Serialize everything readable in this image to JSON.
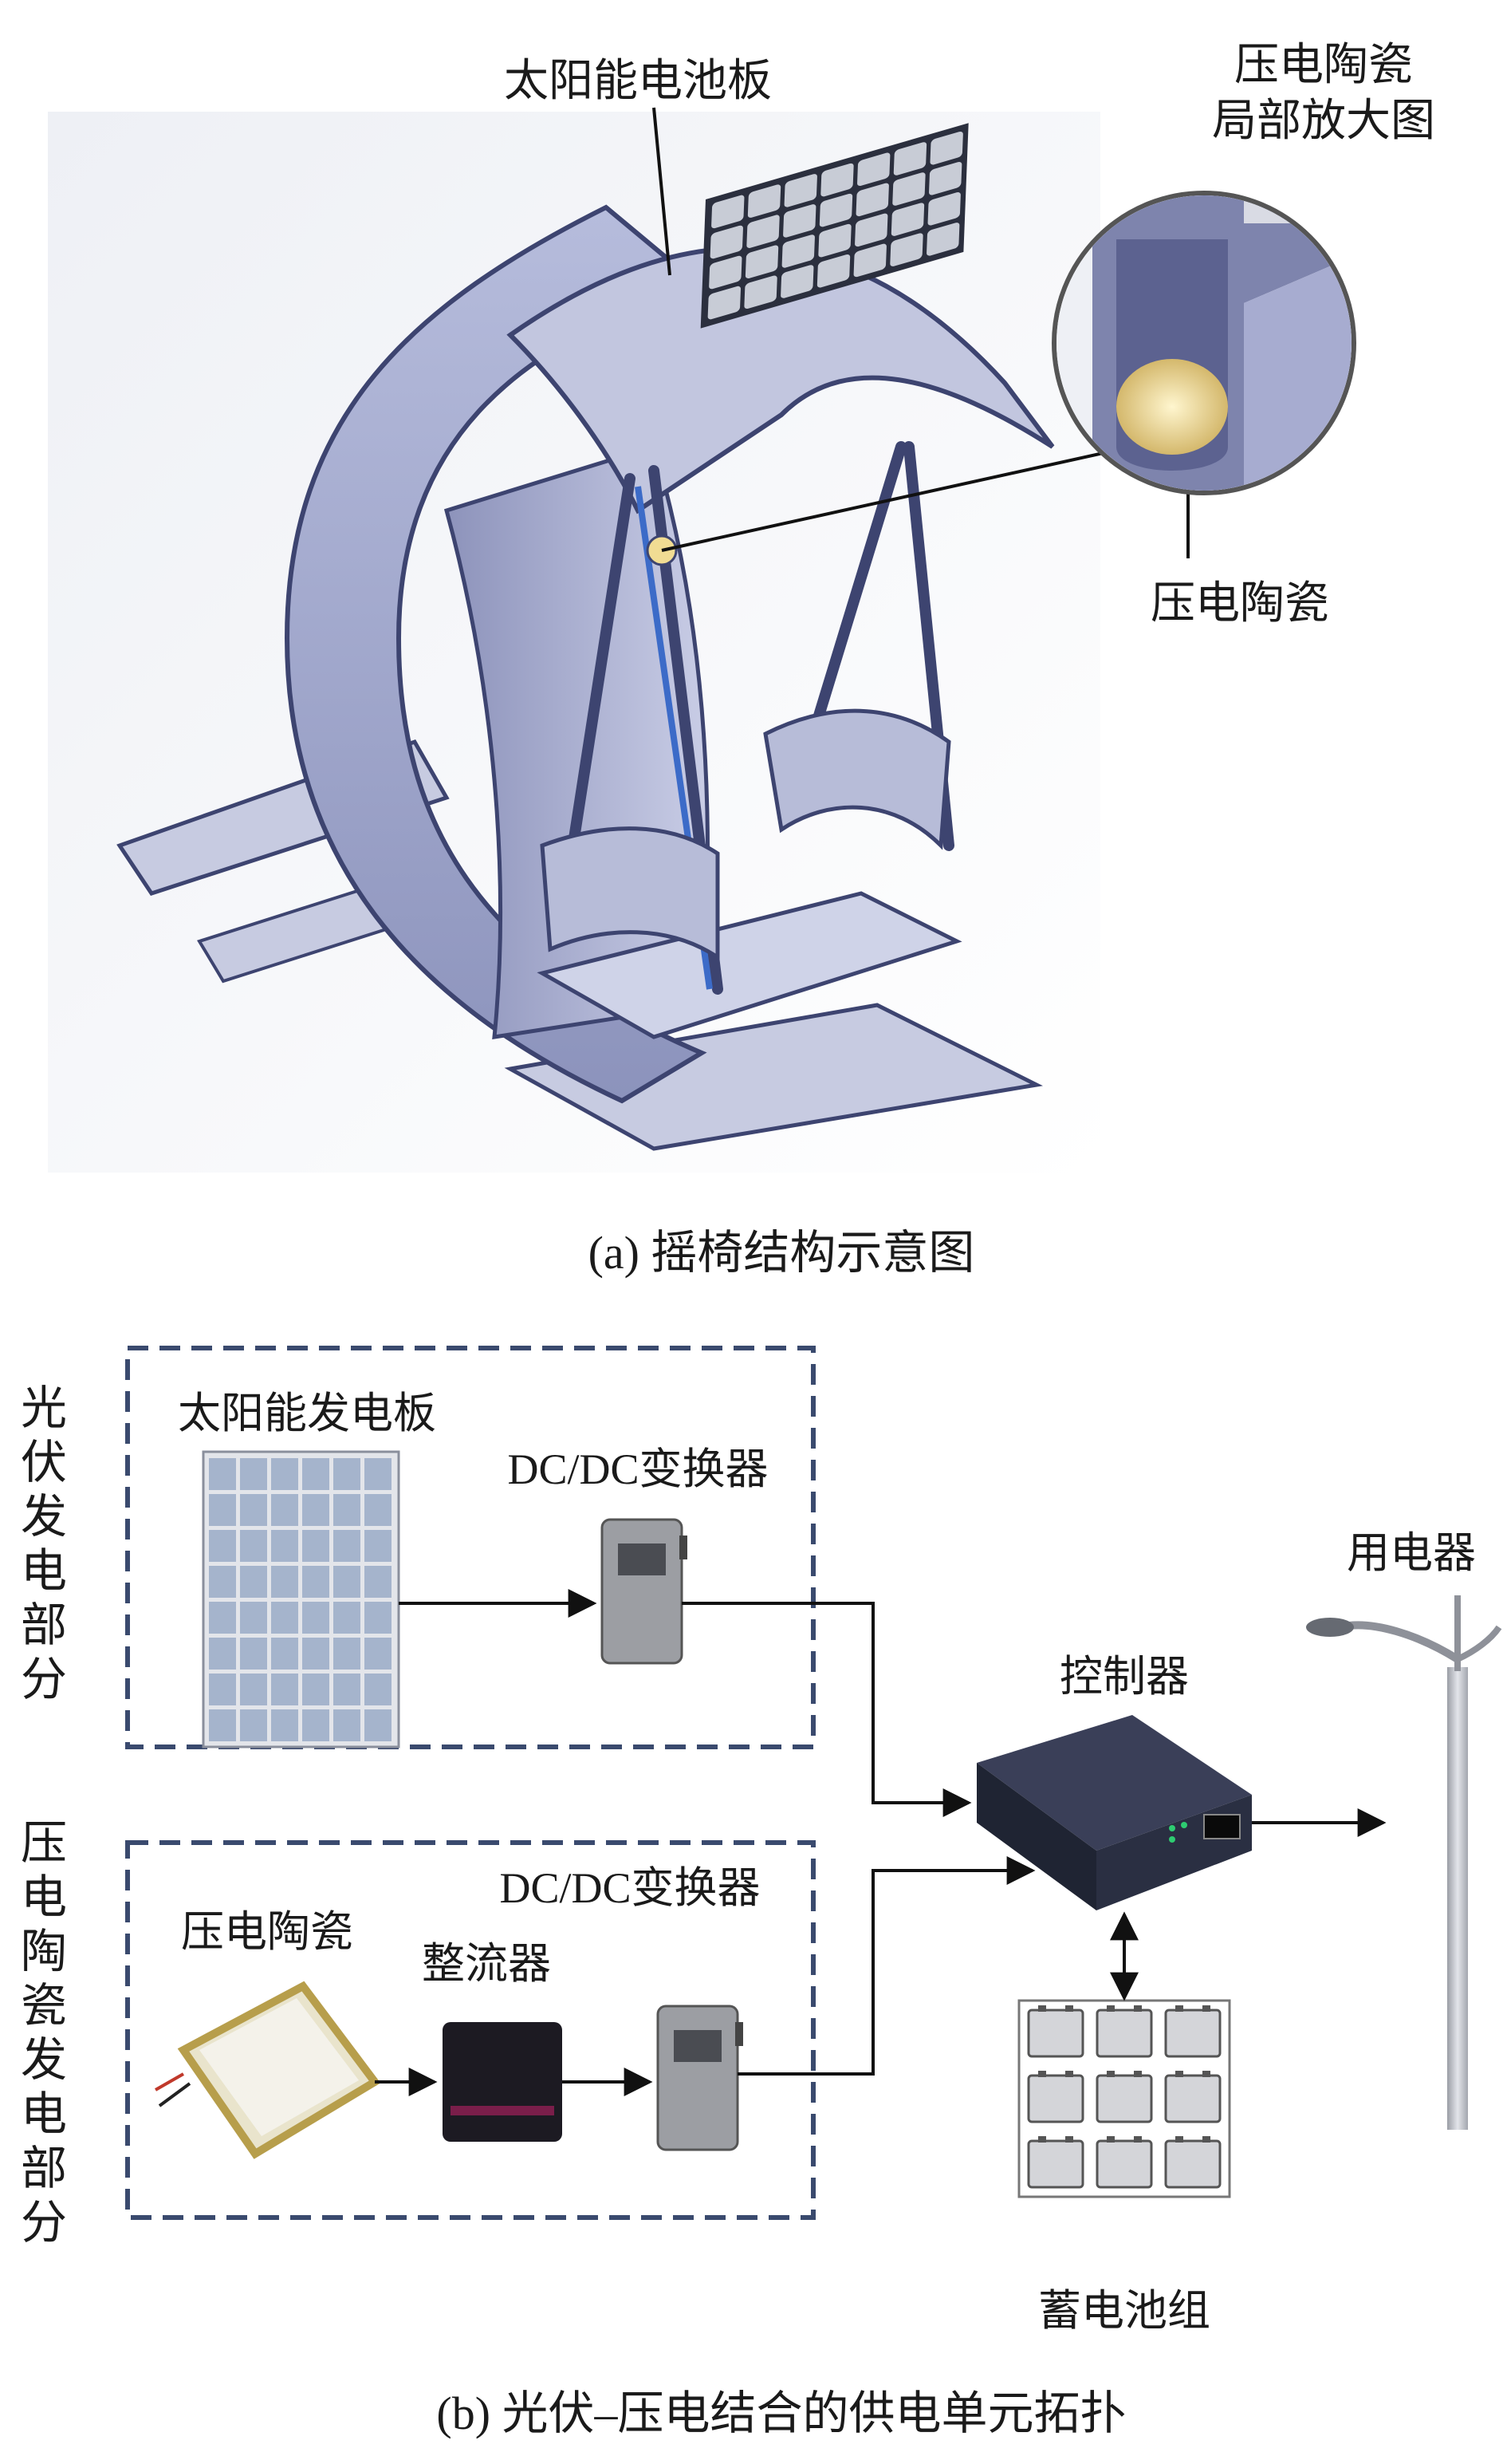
{
  "panel_a": {
    "labels": {
      "solar_panel": "太阳能电池板",
      "zoom_title_line1": "压电陶瓷",
      "zoom_title_line2": "局部放大图",
      "piezo": "压电陶瓷"
    },
    "caption": "(a) 摇椅结构示意图"
  },
  "panel_b": {
    "pv_group_label": "光伏发电部分",
    "piezo_group_label": "压电陶瓷发电部分",
    "labels": {
      "solar_gen_panel": "太阳能发电板",
      "dcdc_top": "DC/DC变换器",
      "piezo_ceramic": "压电陶瓷",
      "rectifier": "整流器",
      "dcdc_bottom": "DC/DC变换器",
      "controller": "控制器",
      "appliance": "用电器",
      "battery_bank": "蓄电池组"
    },
    "caption": "(b) 光伏–压电结合的供电单元拓扑"
  },
  "colors": {
    "chair_body": "#9fa6c9",
    "chair_edge": "#3d4470",
    "solar_cell": "#c8ccd6",
    "dashed_border": "#3a4a6e",
    "controller": "#1f2433",
    "pole": "#c5c7cc"
  }
}
